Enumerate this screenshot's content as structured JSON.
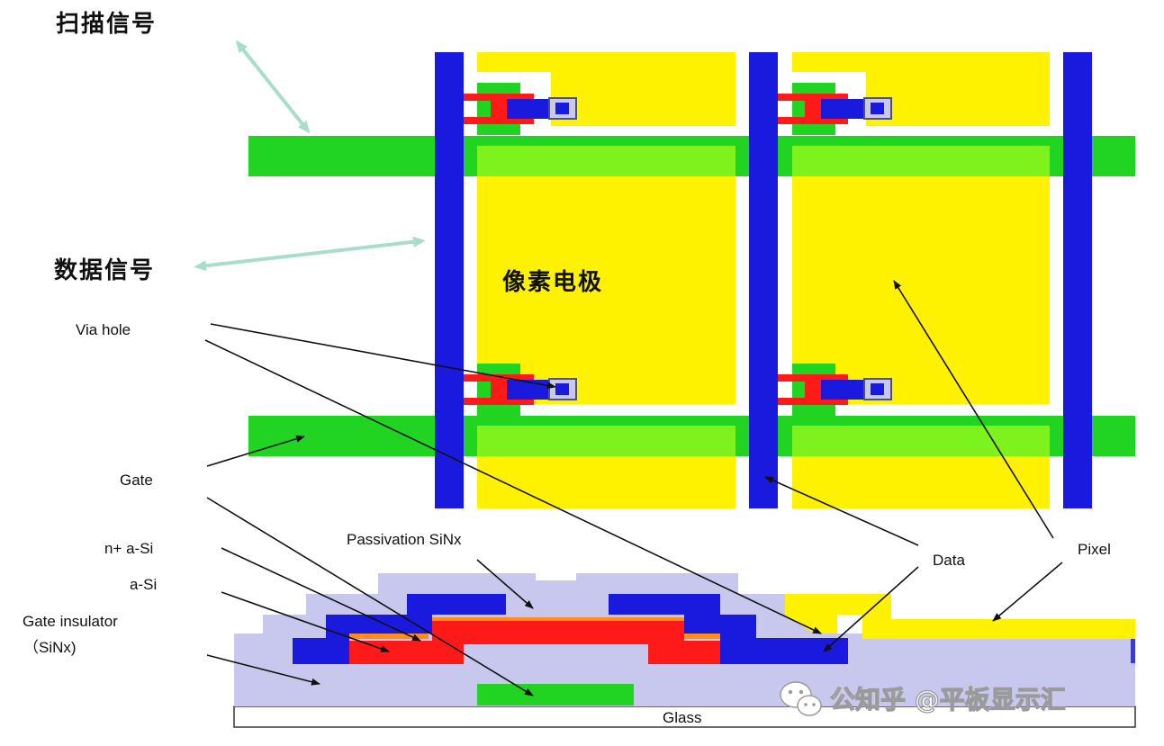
{
  "labels": {
    "scan_signal": "扫描信号",
    "data_signal": "数据信号",
    "pixel_electrode": "像素电极",
    "via_hole": "Via hole",
    "gate": "Gate",
    "n_plus_asi": "n+ a-Si",
    "asi": "a-Si",
    "gate_insulator_line1": "Gate insulator",
    "gate_insulator_line2": "（SiNx)",
    "passivation": "Passivation SiNx",
    "data": "Data",
    "pixel": "Pixel",
    "glass": "Glass"
  },
  "watermark": {
    "text": "公知乎 @平板显示汇",
    "icon": "wechat-icon"
  },
  "colors": {
    "data_line": "#1a1adf",
    "scan_line": "#22d422",
    "pixel": "#fff200",
    "overlap": "#7ef21c",
    "red": "#ff1a1a",
    "orange": "#ff8c1a",
    "lavender": "#c8c8ee",
    "arrow_teal": "#a8dccc"
  }
}
